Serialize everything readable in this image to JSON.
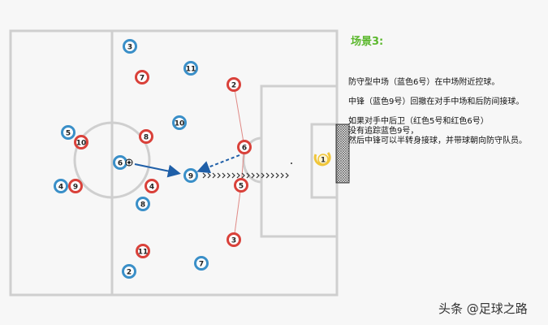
{
  "scenario_title": "场景3:",
  "notes": [
    "防守型中场（蓝色6号）在中场附近控球。",
    "",
    "中锋（蓝色9号）回撤在对手中场和后防间接球。",
    "",
    "如果对手中后卫（红色5号和红色6号）",
    "没有追踪蓝色9号，",
    "然后中锋可以半转身接球，并带球朝向防守队员。"
  ],
  "watermark": "头条 @足球之路",
  "colors": {
    "blue_team": "#3a8fc8",
    "red_team": "#d9413a",
    "pitch_lines": "#cfcfcf",
    "arrow": "#1f5fa8",
    "title_green": "#5cb82e"
  },
  "players": {
    "blue": [
      "3",
      "11",
      "10",
      "5",
      "6",
      "4",
      "8",
      "9",
      "2",
      "7"
    ],
    "red": [
      "7",
      "8",
      "10",
      "9",
      "4",
      "2",
      "6",
      "5",
      "3",
      "11"
    ],
    "goalkeeper": "1"
  }
}
